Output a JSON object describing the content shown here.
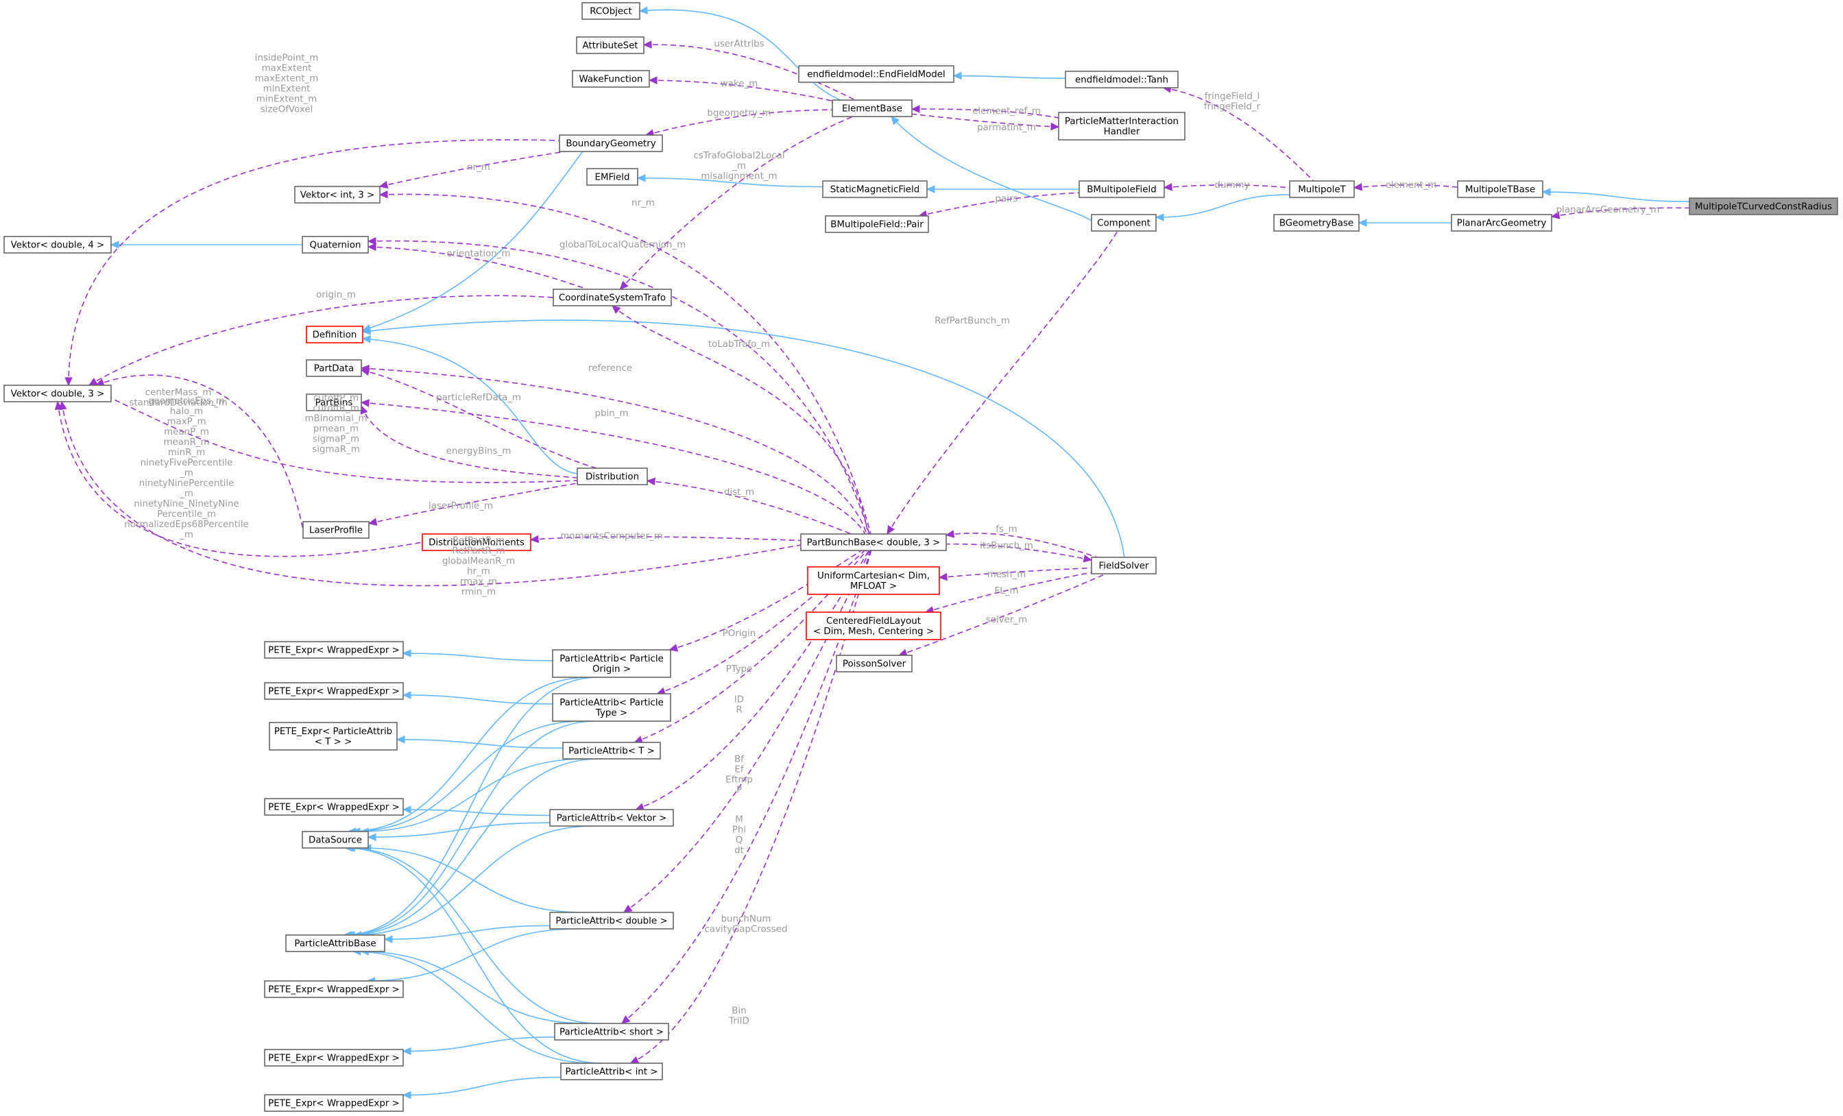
{
  "nodes": {
    "rcobject": [
      "RCObject"
    ],
    "attributeset": [
      "AttributeSet"
    ],
    "wakefunction": [
      "WakeFunction"
    ],
    "elementbase": [
      "ElementBase"
    ],
    "efm": [
      "endfieldmodel::EndFieldModel"
    ],
    "tanh": [
      "endfieldmodel::Tanh"
    ],
    "pmih": [
      "ParticleMatterInteraction",
      "Handler"
    ],
    "boundarygeometry": [
      "BoundaryGeometry"
    ],
    "emfield": [
      "EMField"
    ],
    "staticmagneticfield": [
      "StaticMagneticField"
    ],
    "bmultipolefield": [
      "BMultipoleField"
    ],
    "multipolet": [
      "MultipoleT"
    ],
    "multipoletbase": [
      "MultipoleTBase"
    ],
    "multipoletcurved": [
      "MultipoleTCurvedConstRadius"
    ],
    "vektorint3": [
      "Vektor< int, 3 >"
    ],
    "bmfpair": [
      "BMultipoleField::Pair"
    ],
    "component": [
      "Component"
    ],
    "bgeometrybase": [
      "BGeometryBase"
    ],
    "planararcgeometry": [
      "PlanarArcGeometry"
    ],
    "vektord4": [
      "Vektor< double, 4 >"
    ],
    "quaternion": [
      "Quaternion"
    ],
    "cstrafo": [
      "CoordinateSystemTrafo"
    ],
    "definition": [
      "Definition"
    ],
    "partdata": [
      "PartData"
    ],
    "partbins": [
      "PartBins"
    ],
    "vektord3": [
      "Vektor< double, 3 >"
    ],
    "distribution": [
      "Distribution"
    ],
    "laserprofile": [
      "LaserProfile"
    ],
    "distmoments": [
      "DistributionMoments"
    ],
    "partbunchbase": [
      "PartBunchBase< double, 3 >"
    ],
    "fieldsolver": [
      "FieldSolver"
    ],
    "uniformcartesian": [
      "UniformCartesian< Dim,",
      "MFLOAT >"
    ],
    "centeredfieldlayout": [
      "CenteredFieldLayout",
      "< Dim, Mesh, Centering >"
    ],
    "poissonsolver": [
      "PoissonSolver"
    ],
    "pete1": [
      "PETE_Expr< WrappedExpr >"
    ],
    "pa_origin": [
      "ParticleAttrib< Particle",
      "Origin >"
    ],
    "pete2": [
      "PETE_Expr< WrappedExpr >"
    ],
    "pa_type": [
      "ParticleAttrib< Particle",
      "Type >"
    ],
    "pete3": [
      "PETE_Expr< ParticleAttrib",
      "< T > >"
    ],
    "pa_t": [
      "ParticleAttrib< T >"
    ],
    "pete4": [
      "PETE_Expr< WrappedExpr >"
    ],
    "pa_vektor": [
      "ParticleAttrib< Vektor >"
    ],
    "datasource": [
      "DataSource"
    ],
    "pa_double": [
      "ParticleAttrib< double >"
    ],
    "particleattribbase": [
      "ParticleAttribBase"
    ],
    "pete5": [
      "PETE_Expr< WrappedExpr >"
    ],
    "pa_short": [
      "ParticleAttrib< short >"
    ],
    "pete6": [
      "PETE_Expr< WrappedExpr >"
    ],
    "pa_int": [
      "ParticleAttrib< int >"
    ],
    "pete7": [
      "PETE_Expr< WrappedExpr >"
    ]
  },
  "edge_labels": {
    "userattribs": [
      "userAttribs"
    ],
    "wake_m": [
      "wake_m"
    ],
    "bgeometry_m": [
      "bgeometry_m"
    ],
    "element_ref_m": [
      "element_ref_m"
    ],
    "parmatint_m": [
      "parmatint_m"
    ],
    "fringefield": [
      "fringeField_l",
      "fringeField_r"
    ],
    "dummy": [
      "dummy"
    ],
    "element_m": [
      "element_m"
    ],
    "planararcgeometry_m": [
      "planarArcGeometry_m"
    ],
    "bg_vektor": [
      "insidePoint_m",
      "maxExtent",
      "maxExtent_m",
      "minExtent",
      "minExtent_m",
      "sizeOfVoxel"
    ],
    "nr_m_bg": [
      "nr_m"
    ],
    "cstrafo_lbl": [
      "csTrafoGlobal2Local",
      "_m",
      "misalignment_m"
    ],
    "nr_m_pb": [
      "nr_m"
    ],
    "pairs": [
      "pairs"
    ],
    "globaltolocal": [
      "globalToLocalQuaternion_m"
    ],
    "orientation_m": [
      "orientation_m"
    ],
    "origin_m": [
      "origin_m"
    ],
    "refpartbunch_m": [
      "RefPartBunch_m"
    ],
    "tolabtrafo_m": [
      "toLabTrafo_m"
    ],
    "reference": [
      "reference"
    ],
    "particlerefdata_m": [
      "particleRefData_m"
    ],
    "pbin_m": [
      "pbin_m"
    ],
    "centermass": [
      "centerMass_m",
      "standardDeviation_m"
    ],
    "cutoff": [
      "cutoffP_m",
      "cutoffR_m",
      "mBinomial_m",
      "pmean_m",
      "sigmaP_m",
      "sigmaR_m"
    ],
    "energybins_m": [
      "energyBins_m"
    ],
    "dist_m": [
      "dist_m"
    ],
    "geometric": [
      "geometricEps_m",
      "halo_m",
      "maxP_m",
      "meanP_m",
      "meanR_m",
      "minR_m",
      "ninetyFivePercentile",
      "_m",
      "ninetyNinePercentile",
      "_m",
      "ninetyNine_NinetyNine",
      "Percentile_m",
      "normalizedEps68Percentile",
      "_m",
      "..."
    ],
    "laserprofile_m": [
      "laserProfile_m"
    ],
    "momentscomputer_m": [
      "momentsComputer_m"
    ],
    "fs_m": [
      "fs_m"
    ],
    "itsbunch_m": [
      "itsBunch_m"
    ],
    "refpartp": [
      "RefPartP_m",
      "RefPartR_m",
      "globalMeanR_m",
      "hr_m",
      "rmax_m",
      "rmin_m"
    ],
    "mesh_m": [
      "mesh_m"
    ],
    "fl_m": [
      "FL_m"
    ],
    "solver_m": [
      "solver_m"
    ],
    "porigin": [
      "POrigin"
    ],
    "ptype": [
      "PType"
    ],
    "id_r": [
      "ID",
      "R"
    ],
    "bf_ef": [
      "Bf",
      "Ef",
      "Eftmp",
      "P"
    ],
    "m_phi": [
      "M",
      "Phi",
      "Q",
      "dt"
    ],
    "bunchnum": [
      "bunchNum",
      "cavityGapCrossed"
    ],
    "bin_triid": [
      "Bin",
      "TriID"
    ]
  }
}
